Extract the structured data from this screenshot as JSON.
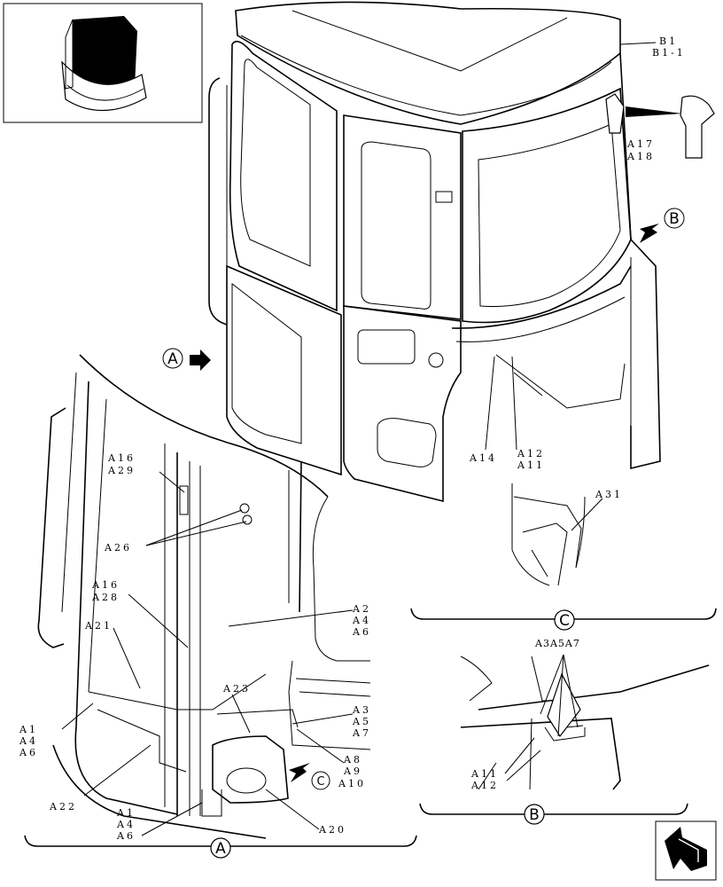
{
  "callouts": {
    "b1": "B1",
    "b1_1": "B1-1",
    "a17": "A17",
    "a18": "A18",
    "a14": "A14",
    "a12_top": "A12",
    "a11_top": "A11",
    "a31": "A31",
    "a16_top": "A16",
    "a29": "A29",
    "a26": "A26",
    "a16_mid": "A16",
    "a28": "A28",
    "a2": "A2",
    "a4_r": "A4",
    "a6_r": "A6",
    "a21": "A21",
    "a23": "A23",
    "a3_r": "A3",
    "a5_r": "A5",
    "a7_r": "A7",
    "a1_l": "A1",
    "a4_l": "A4",
    "a6_l": "A6",
    "a8": "A8",
    "a9": "A9",
    "a10": "A10",
    "a22": "A22",
    "a1_b": "A1",
    "a4_b": "A4",
    "a6_b": "A6",
    "a20": "A20",
    "a3a5a7": "A3A5A7",
    "a11_c": "A11",
    "a12_c": "A12"
  },
  "view_markers": {
    "a_arrow": "A",
    "b_arrow": "B",
    "c_arrow": "C",
    "view_a": "A",
    "view_b": "B",
    "view_c": "C"
  },
  "icons": {
    "thumbnail": "cab-thumbnail-icon",
    "next_page": "next-page-arrow-icon"
  }
}
